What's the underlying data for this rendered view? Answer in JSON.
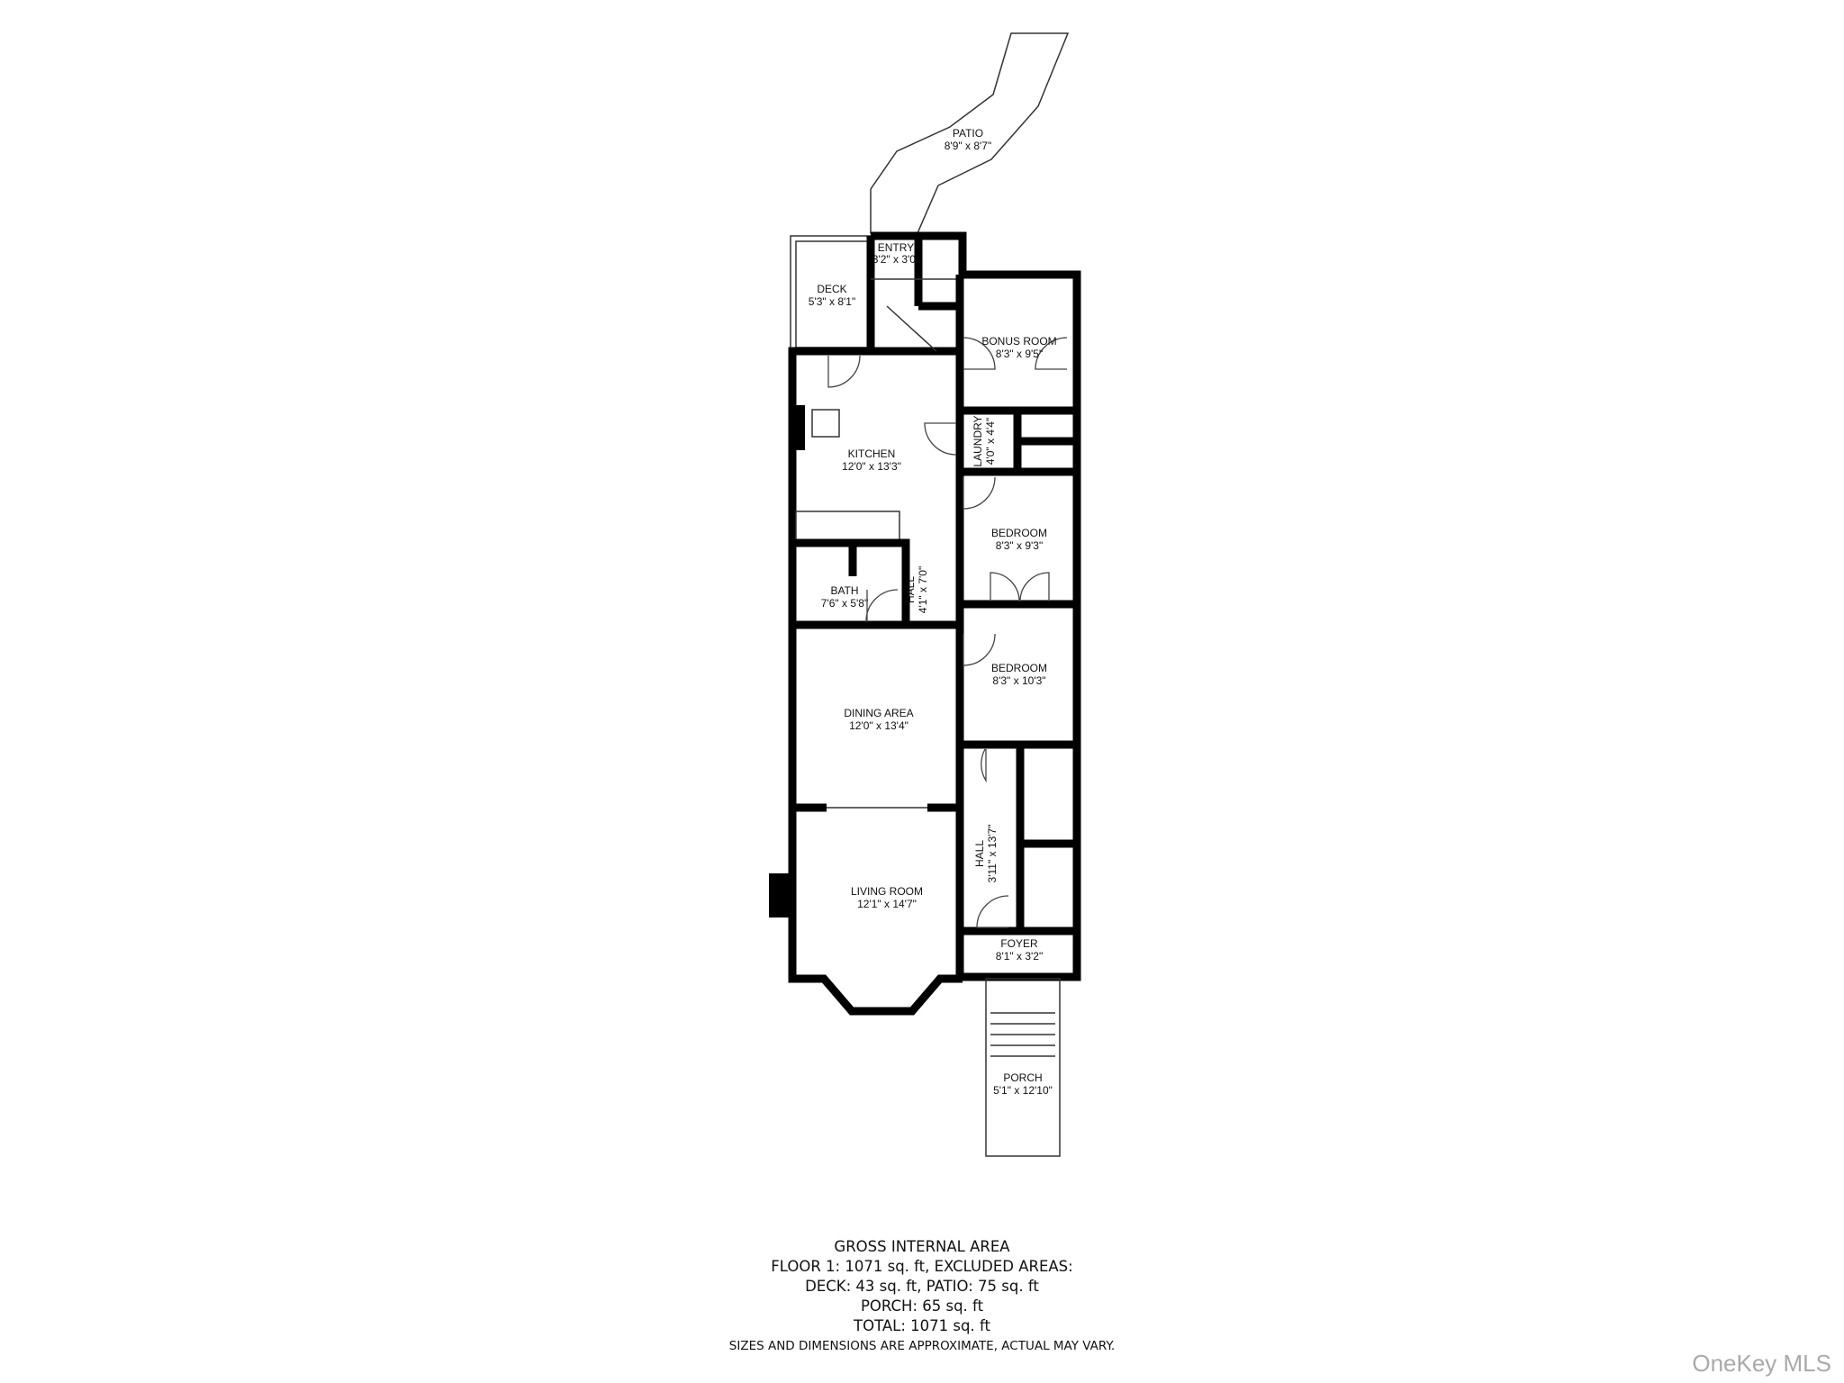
{
  "rooms": [
    {
      "name": "PATIO",
      "dims": "8'9\" x 8'7\""
    },
    {
      "name": "ENTRY",
      "dims": "3'2\" x 3'0\""
    },
    {
      "name": "DECK",
      "dims": "5'3\" x 8'1\""
    },
    {
      "name": "BONUS ROOM",
      "dims": "8'3\" x 9'5\""
    },
    {
      "name": "KITCHEN",
      "dims": "12'0\" x 13'3\""
    },
    {
      "name": "LAUNDRY",
      "dims": "4'0\" x 4'4\""
    },
    {
      "name": "BEDROOM",
      "dims": "8'3\" x 9'3\""
    },
    {
      "name": "BATH",
      "dims": "7'6\" x 5'8\""
    },
    {
      "name": "HALL",
      "dims": "4'1\" x 7'0\""
    },
    {
      "name": "BEDROOM",
      "dims": "8'3\" x 10'3\""
    },
    {
      "name": "DINING AREA",
      "dims": "12'0\" x 13'4\""
    },
    {
      "name": "HALL",
      "dims": "3'11\" x 13'7\""
    },
    {
      "name": "LIVING ROOM",
      "dims": "12'1\" x 14'7\""
    },
    {
      "name": "FOYER",
      "dims": "8'1\" x 3'2\""
    },
    {
      "name": "PORCH",
      "dims": "5'1\" x 12'10\""
    }
  ],
  "summary": {
    "title": "GROSS INTERNAL AREA",
    "line1": "FLOOR 1: 1071 sq. ft, EXCLUDED AREAS:",
    "line2": "DECK: 43 sq. ft, PATIO: 75 sq. ft",
    "line3": "PORCH: 65 sq. ft",
    "line4": "TOTAL: 1071 sq. ft",
    "note": "SIZES AND DIMENSIONS ARE APPROXIMATE, ACTUAL MAY VARY."
  },
  "watermark": "OneKey MLS",
  "colors": {
    "walls": "#000000",
    "background": "#ffffff",
    "watermark": "#aaaaaa"
  }
}
